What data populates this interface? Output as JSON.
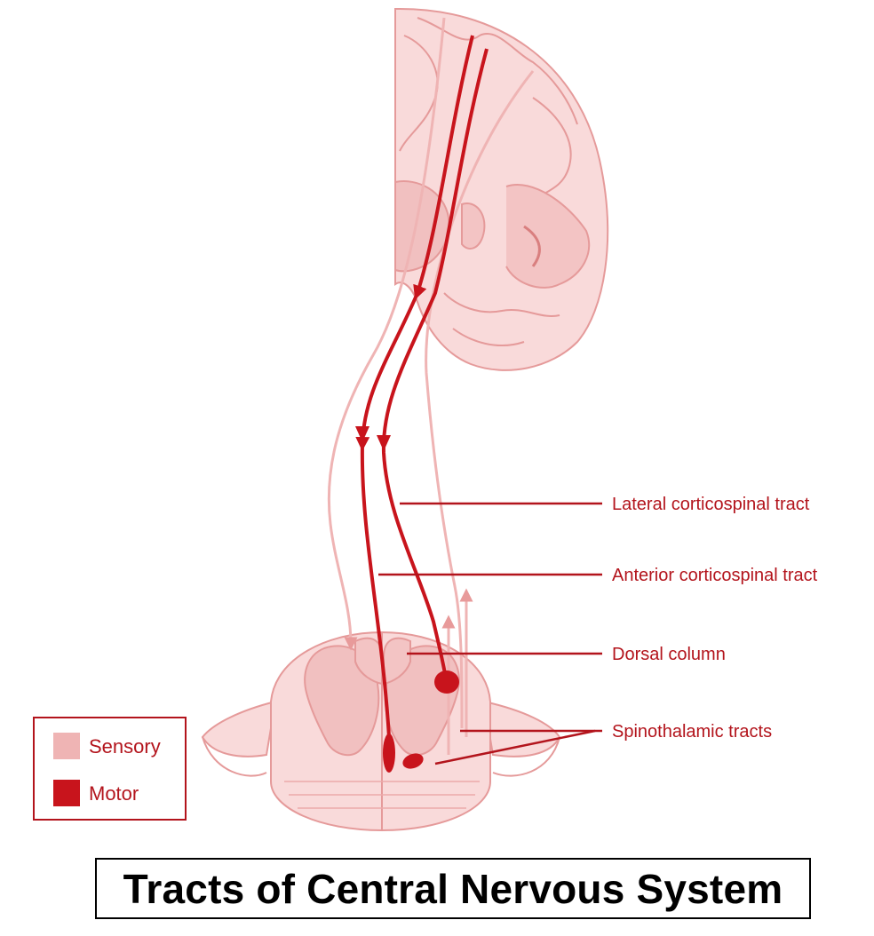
{
  "title": "Tracts of Central Nervous System",
  "labels": {
    "lateral_corticospinal": "Lateral corticospinal tract",
    "anterior_corticospinal": "Anterior corticospinal tract",
    "dorsal_column": "Dorsal column",
    "spinothalamic": "Spinothalamic tracts"
  },
  "legend": {
    "sensory": "Sensory",
    "motor": "Motor"
  },
  "colors": {
    "sensory": "#efb4b4",
    "motor": "#c8141c",
    "label": "#b3141c",
    "tissue": "#f7d3d3",
    "outline": "#e59a9a"
  }
}
